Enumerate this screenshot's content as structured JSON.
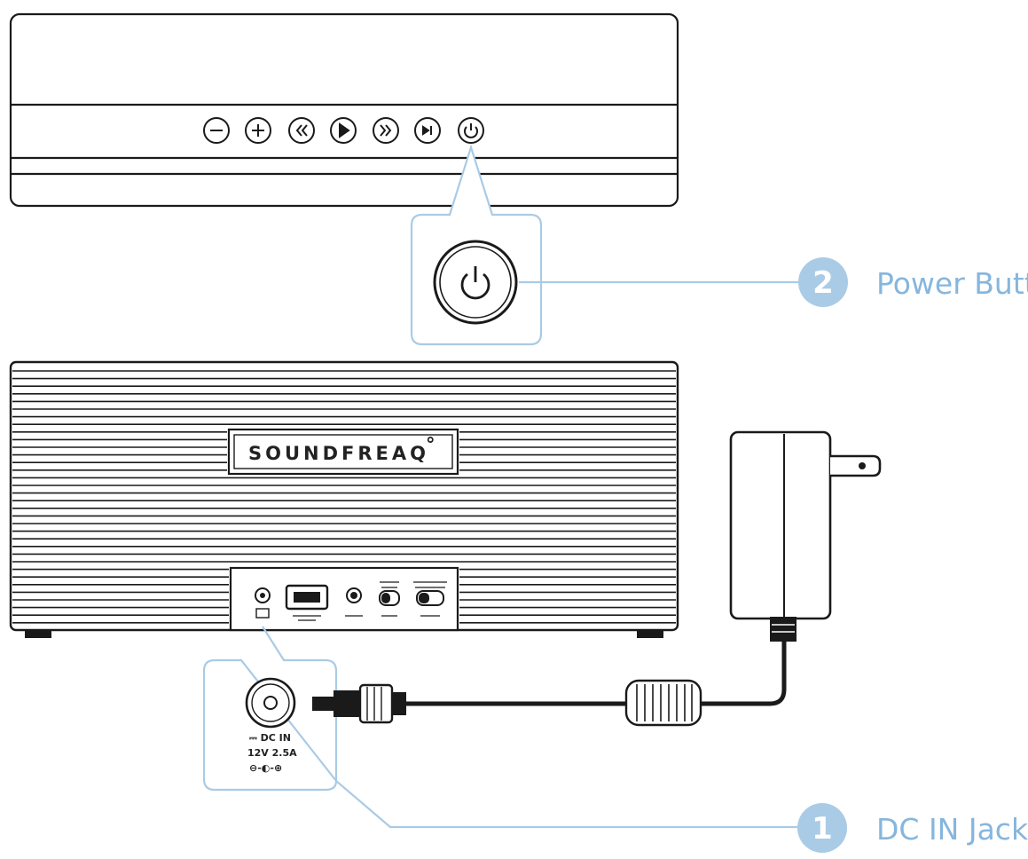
{
  "colors": {
    "accent": "#a9cbe6",
    "label": "#86b6dd",
    "line": "#1a1a1a"
  },
  "callouts": [
    {
      "number": "2",
      "label": "Power Button"
    },
    {
      "number": "1",
      "label": "DC IN Jack"
    }
  ],
  "brand": {
    "name": "SOUNDFREAQ",
    "mark": "°"
  },
  "dc_jack": {
    "line1": "⎓ DC IN",
    "line2": "12V   2.5A",
    "polarity": "⊖-◐-⊕"
  },
  "icons": {
    "top_controls": [
      "minus-icon",
      "plus-icon",
      "rewind-icon",
      "play-icon",
      "fast-forward-icon",
      "bluetooth-pair-icon",
      "power-icon"
    ],
    "rear_ports": [
      "dc-port-icon",
      "usb-port-icon",
      "aux-in-port-icon",
      "mode-switch-icon",
      "tone-switch-icon"
    ]
  }
}
